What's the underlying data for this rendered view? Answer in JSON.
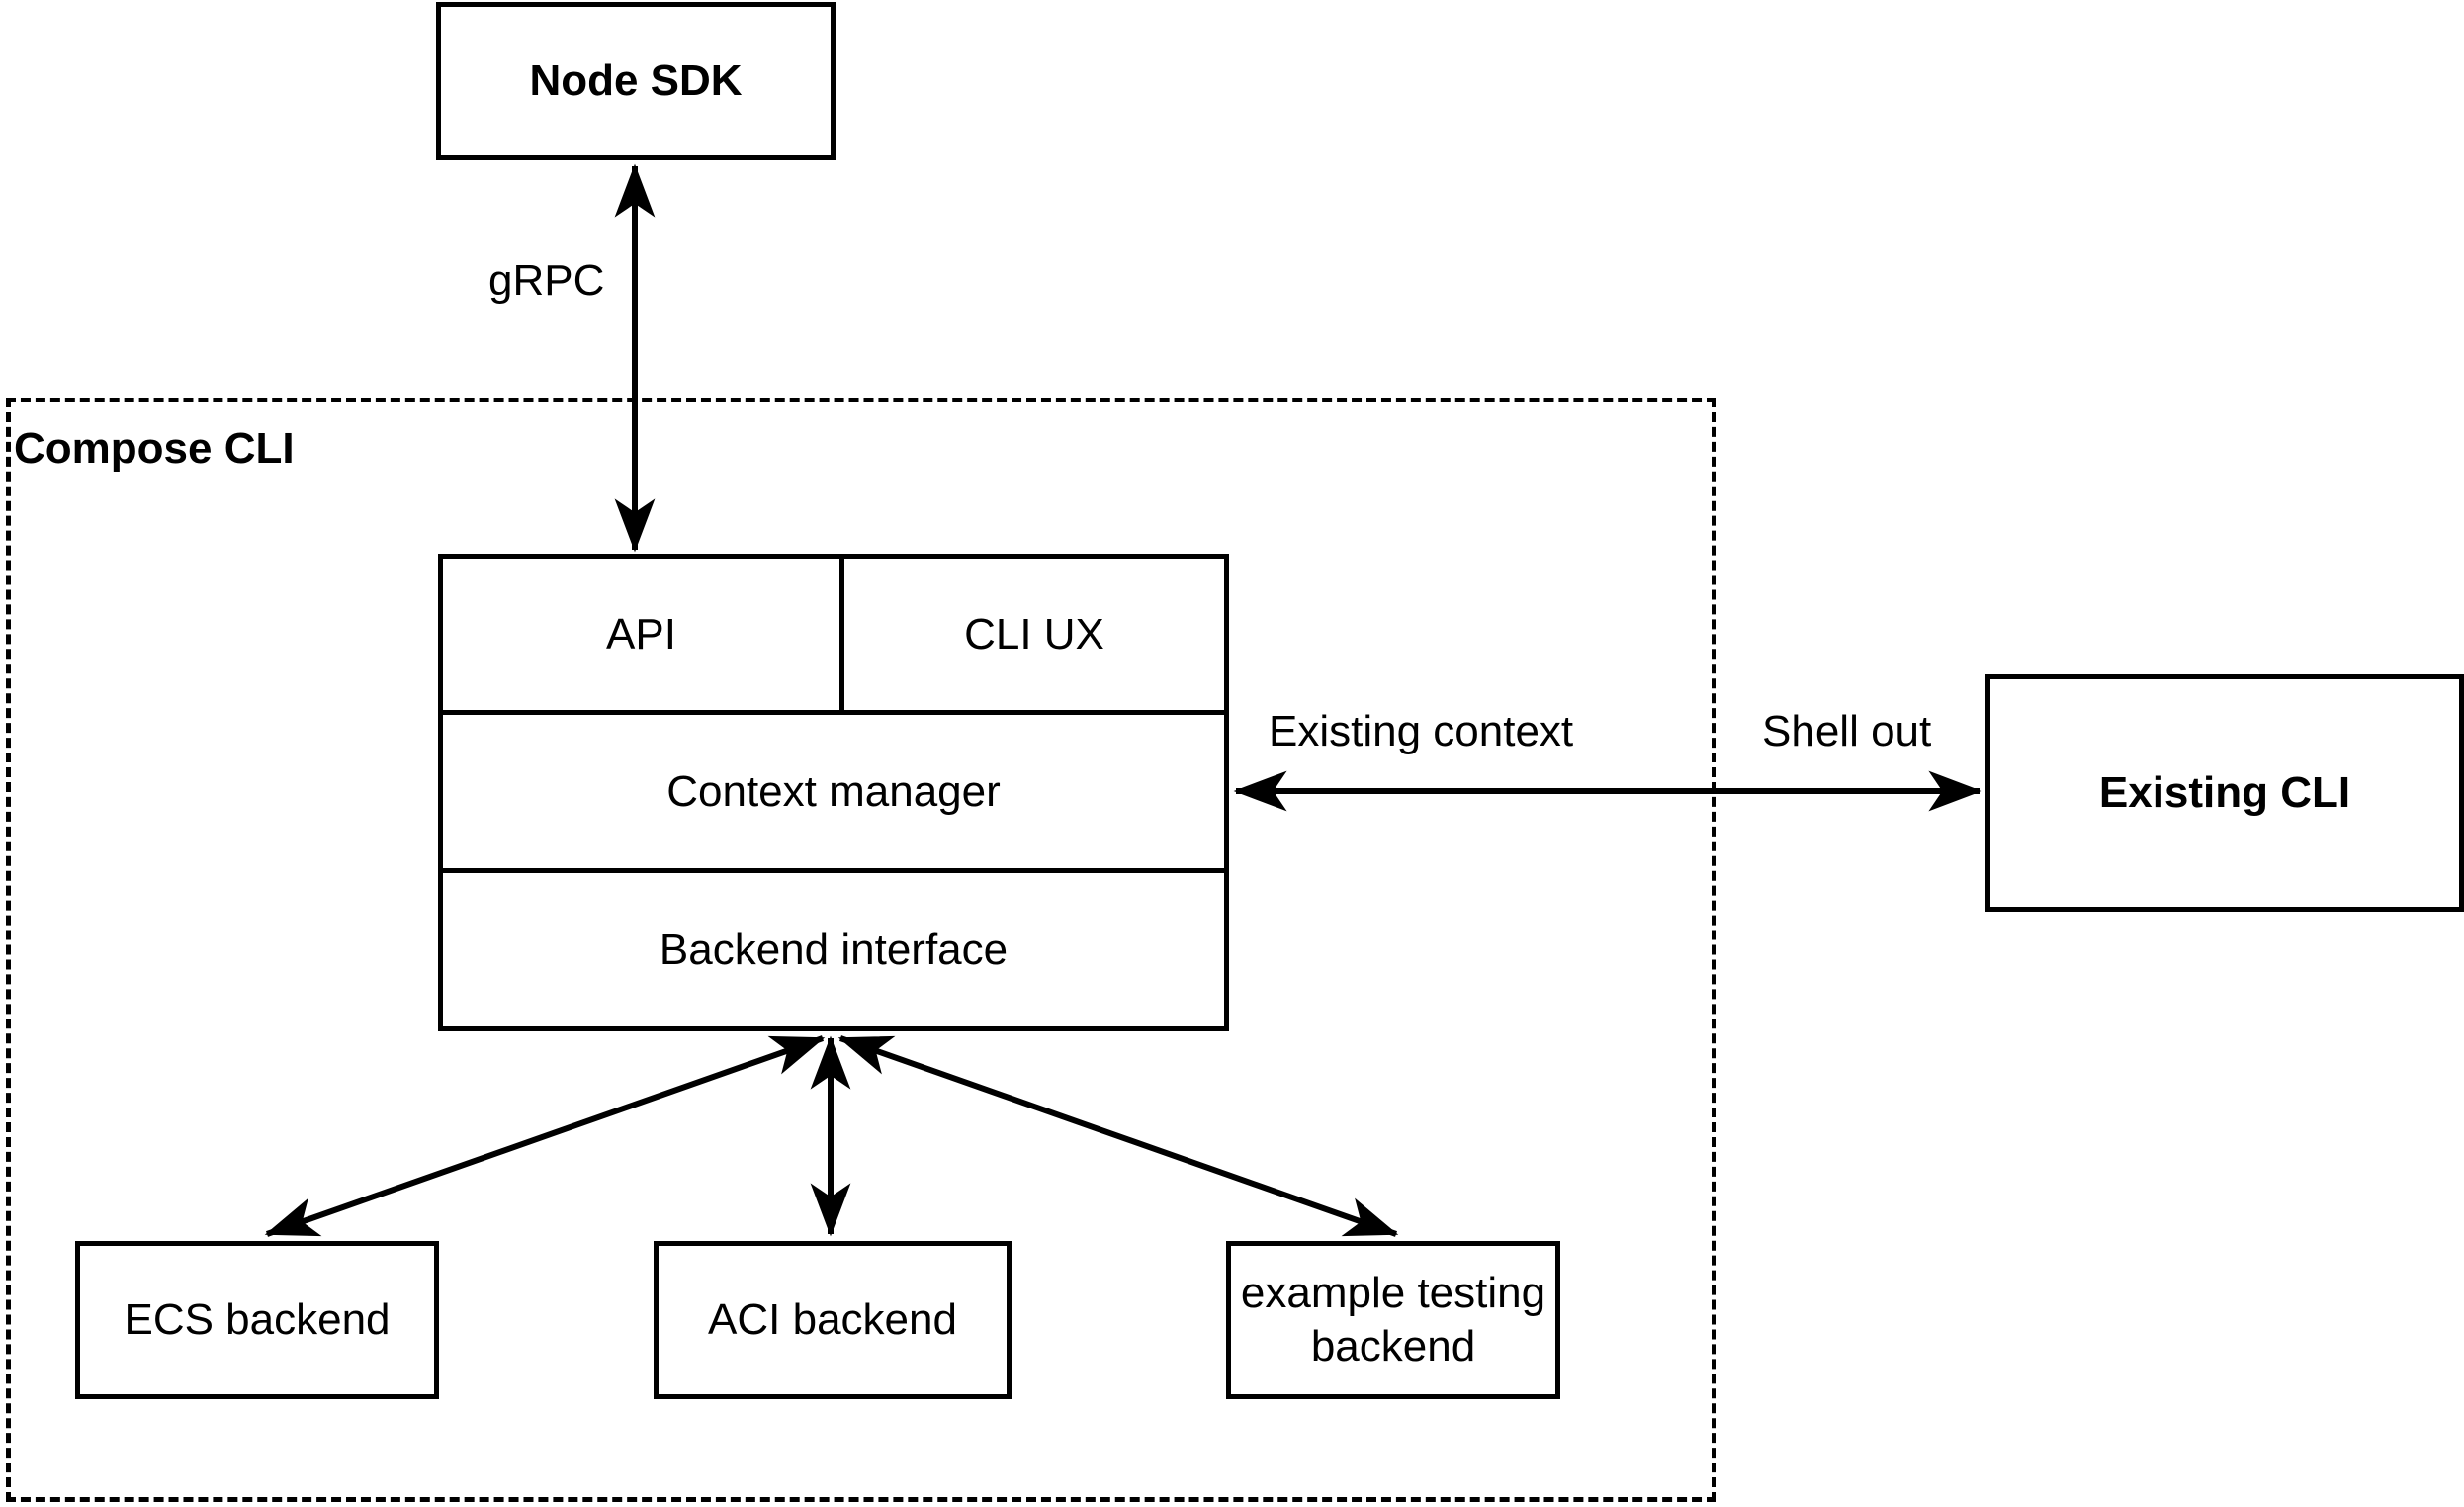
{
  "diagram": {
    "title_hidden": "",
    "stroke_color": "#000000",
    "fill_color": "#ffffff",
    "nodes": {
      "node_sdk": {
        "label": "Node SDK"
      },
      "compose_cli_group": {
        "label": "Compose CLI"
      },
      "api": {
        "label": "API"
      },
      "cli_ux": {
        "label": "CLI UX"
      },
      "context_manager": {
        "label": "Context manager"
      },
      "backend_interface": {
        "label": "Backend interface"
      },
      "existing_cli": {
        "label": "Existing CLI"
      },
      "ecs_backend": {
        "label": "ECS backend"
      },
      "aci_backend": {
        "label": "ACI backend"
      },
      "example_testing_backend_line1": {
        "label": "example testing"
      },
      "example_testing_backend_line2": {
        "label": "backend"
      }
    },
    "edges": {
      "grpc": {
        "label": "gRPC"
      },
      "existing_context": {
        "label": "Existing context"
      },
      "shell_out": {
        "label": "Shell out"
      }
    }
  }
}
